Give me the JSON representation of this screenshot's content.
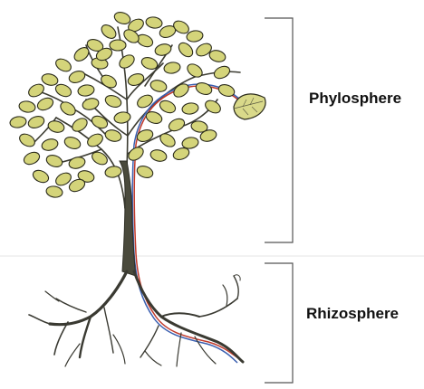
{
  "labels": {
    "upper_zone": "Phylosphere",
    "lower_zone": "Rhizosphere"
  },
  "icons": {
    "tree": "tree-illustration",
    "roots": "root-system",
    "leaf": "leaf-icon",
    "brackets": "zone-bracket"
  },
  "colors": {
    "leaf_fill": "#d4d47a",
    "leaf_outline": "#2a2a1a",
    "trunk": "#4a4a3c",
    "root": "#3a3a32",
    "bracket": "#555555",
    "vessel_blue": "#3a5fb0",
    "vessel_red": "#c0392b"
  }
}
